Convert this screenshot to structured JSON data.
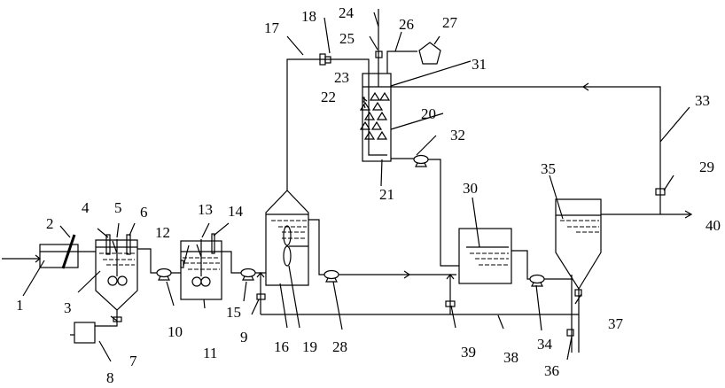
{
  "diagram": {
    "labels": {
      "1": "1",
      "2": "2",
      "3": "3",
      "4": "4",
      "5": "5",
      "6": "6",
      "7": "7",
      "8": "8",
      "9": "9",
      "10": "10",
      "11": "11",
      "12": "12",
      "13": "13",
      "14": "14",
      "15": "15",
      "16": "16",
      "17": "17",
      "18": "18",
      "19": "19",
      "20": "20",
      "21": "21",
      "22": "22",
      "23": "23",
      "24": "24",
      "25": "25",
      "26": "26",
      "27": "27",
      "28": "28",
      "29": "29",
      "30": "30",
      "31": "31",
      "32": "32",
      "33": "33",
      "34": "34",
      "35": "35",
      "36": "36",
      "37": "37",
      "38": "38",
      "39": "39",
      "40": "40"
    },
    "line_color": "#000000",
    "background": "#ffffff"
  }
}
